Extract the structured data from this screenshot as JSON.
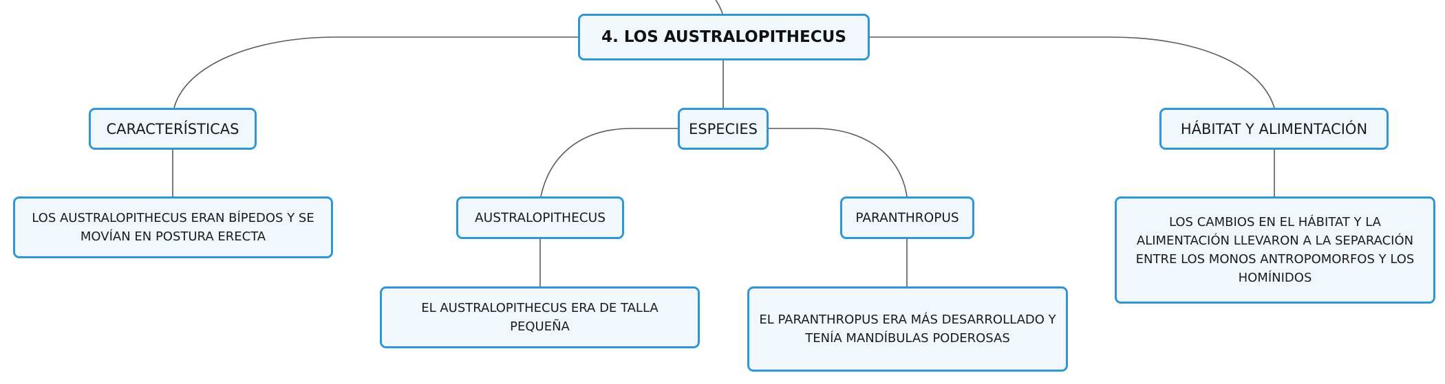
{
  "colors": {
    "node_border": "#2e96d6",
    "node_fill": "#f0f8fd",
    "connector": "#555a60",
    "text": "#1a1a1a"
  },
  "map": {
    "root": {
      "label": "4. LOS AUSTRALOPITHECUS"
    },
    "branches": {
      "caracteristicas": {
        "label": "CARACTERÍSTICAS",
        "detail": [
          "LOS AUSTRALOPITHECUS ERAN BÍPEDOS Y SE",
          "MOVÍAN EN POSTURA ERECTA"
        ]
      },
      "especies": {
        "label": "ESPECIES",
        "australopithecus": {
          "label": "AUSTRALOPITHECUS",
          "detail": [
            "EL AUSTRALOPITHECUS ERA DE TALLA",
            "PEQUEÑA"
          ]
        },
        "paranthropus": {
          "label": "PARANTHROPUS",
          "detail": [
            "EL PARANTHROPUS ERA MÁS DESARROLLADO Y",
            "TENÍA MANDÍBULAS PODEROSAS"
          ]
        }
      },
      "habitat": {
        "label": "HÁBITAT Y ALIMENTACIÓN",
        "detail": [
          "LOS CAMBIOS EN EL HÁBITAT Y LA",
          "ALIMENTACIÓN LLEVARON A LA SEPARACIÓN",
          "ENTRE LOS MONOS ANTROPOMORFOS Y LOS",
          "HOMÍNIDOS"
        ]
      }
    }
  }
}
